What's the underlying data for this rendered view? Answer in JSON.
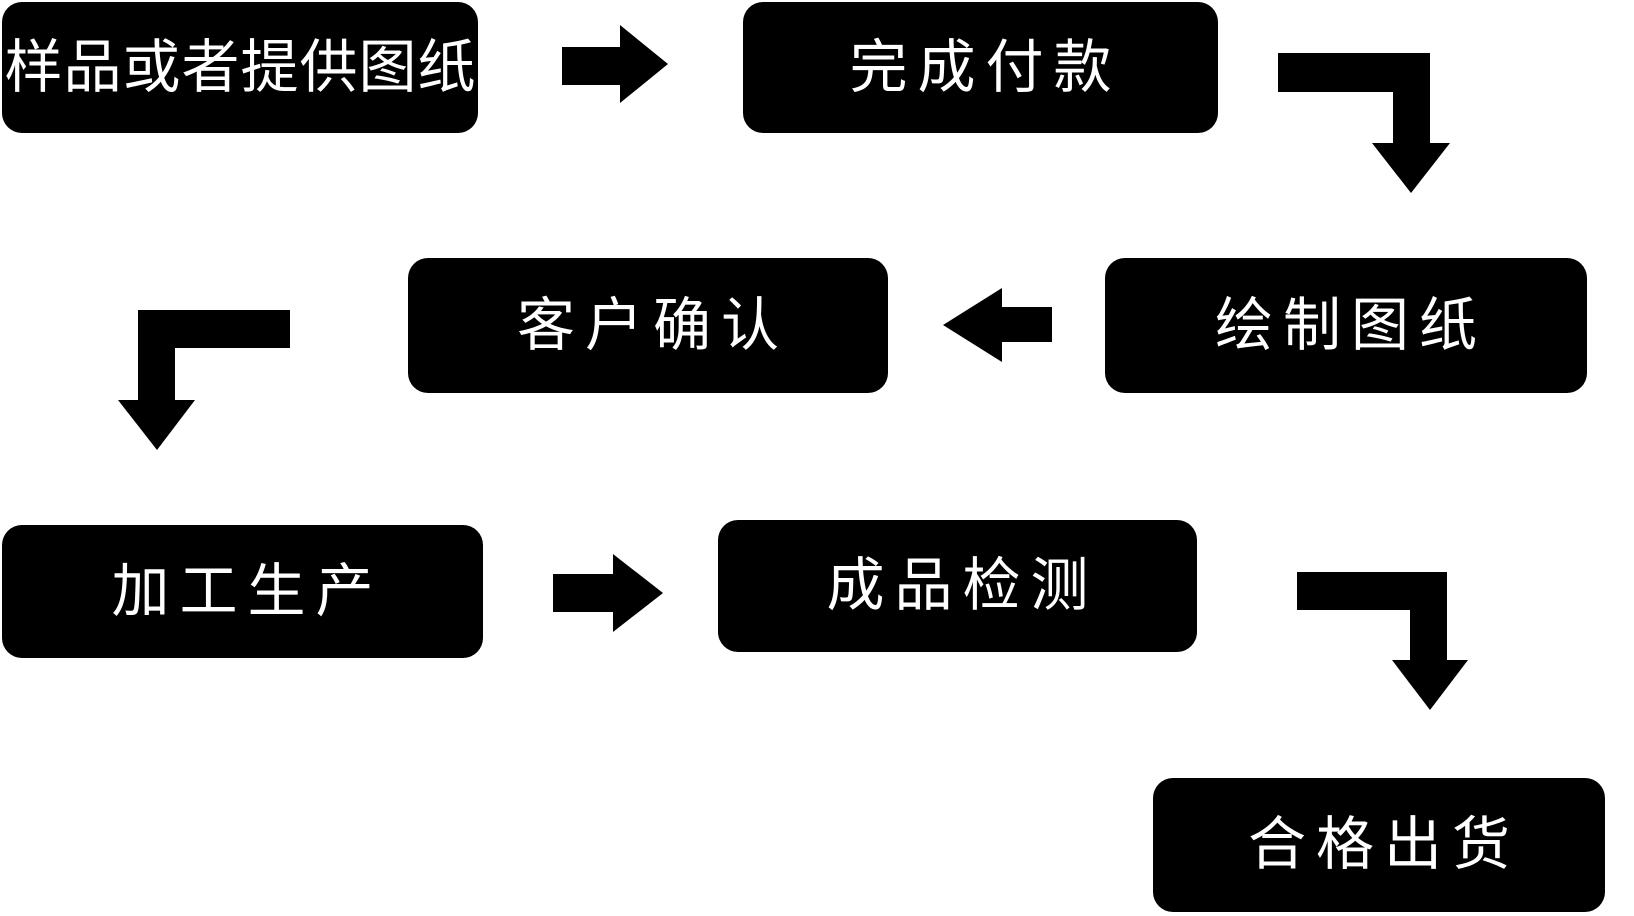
{
  "diagram": {
    "type": "flowchart",
    "title": "",
    "colors": {
      "background": "#ffffff",
      "node_fill": "#000000",
      "node_text": "#ffffff",
      "arrow": "#000000"
    },
    "nodes": [
      {
        "id": "step-1",
        "label": "样品或者提供图纸"
      },
      {
        "id": "step-2",
        "label": "完成付款"
      },
      {
        "id": "step-3",
        "label": "绘制图纸"
      },
      {
        "id": "step-4",
        "label": "客户确认"
      },
      {
        "id": "step-5",
        "label": "加工生产"
      },
      {
        "id": "step-6",
        "label": "成品检测"
      },
      {
        "id": "step-7",
        "label": "合格出货"
      }
    ],
    "connections": [
      {
        "from": "样品或者提供图纸",
        "to": "完成付款",
        "shape": "straight-right"
      },
      {
        "from": "完成付款",
        "to": "绘制图纸",
        "shape": "elbow-right-then-down"
      },
      {
        "from": "绘制图纸",
        "to": "客户确认",
        "shape": "straight-left"
      },
      {
        "from": "客户确认",
        "to": "加工生产",
        "shape": "elbow-left-then-down"
      },
      {
        "from": "加工生产",
        "to": "成品检测",
        "shape": "straight-right"
      },
      {
        "from": "成品检测",
        "to": "合格出货",
        "shape": "elbow-right-then-down"
      }
    ]
  }
}
